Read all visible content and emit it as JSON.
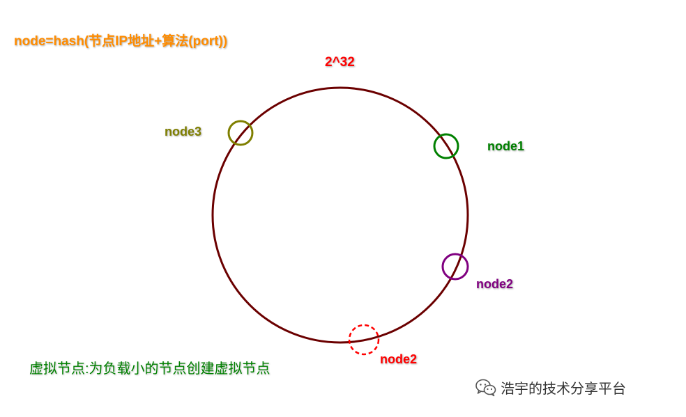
{
  "formula": {
    "text": "node=hash(节点IP地址+算法(port))",
    "color": "#ff8c00"
  },
  "ring": {
    "max_label": "2^32",
    "label_color": "#ff0000",
    "stroke_color": "#6b0000"
  },
  "nodes": [
    {
      "id": "node3",
      "label": "node3",
      "color": "#7f7f00",
      "dashed": false
    },
    {
      "id": "node1",
      "label": "node1",
      "color": "#008000",
      "dashed": false
    },
    {
      "id": "node2",
      "label": "node2",
      "color": "#800080",
      "dashed": false
    },
    {
      "id": "node2-virtual",
      "label": "node2",
      "color": "#ff0000",
      "dashed": true
    }
  ],
  "note": {
    "text": "虚拟节点:为负载小的节点创建虚拟节点",
    "color": "#008000"
  },
  "watermark": {
    "icon": "wechat-icon",
    "text": "浩宇的技术分享平台"
  }
}
